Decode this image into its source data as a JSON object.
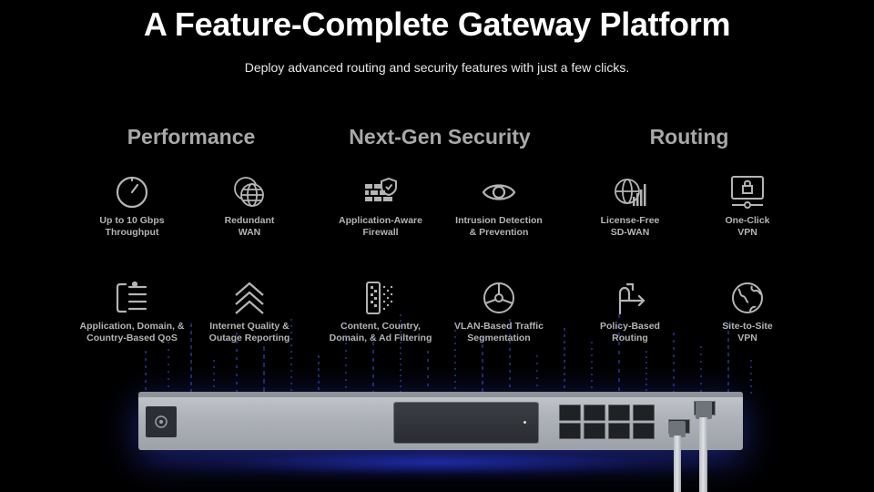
{
  "header": {
    "title": "A Feature-Complete Gateway Platform",
    "subtitle": "Deploy advanced routing and security features with just a few clicks."
  },
  "columns": [
    {
      "heading": "Performance"
    },
    {
      "heading": "Next-Gen Security"
    },
    {
      "heading": "Routing"
    }
  ],
  "features": [
    {
      "label": "Up to 10 Gbps\nThroughput",
      "icon": "speedometer-icon"
    },
    {
      "label": "Redundant\nWAN",
      "icon": "redundant-globe-icon"
    },
    {
      "label": "Application-Aware\nFirewall",
      "icon": "firewall-shield-icon"
    },
    {
      "label": "Intrusion Detection\n& Prevention",
      "icon": "eye-icon"
    },
    {
      "label": "License-Free\nSD-WAN",
      "icon": "globe-signal-icon"
    },
    {
      "label": "One-Click\nVPN",
      "icon": "monitor-lock-icon"
    },
    {
      "label": "Application, Domain, &\nCountry-Based QoS",
      "icon": "qos-list-icon"
    },
    {
      "label": "Internet Quality &\nOutage Reporting",
      "icon": "chevrons-up-icon"
    },
    {
      "label": "Content, Country,\nDomain, & Ad Filtering",
      "icon": "filter-grid-icon"
    },
    {
      "label": "VLAN-Based Traffic\nSegmentation",
      "icon": "segmented-globe-icon"
    },
    {
      "label": "Policy-Based\nRouting",
      "icon": "policy-route-icon"
    },
    {
      "label": "Site-to-Site\nVPN",
      "icon": "earth-icon"
    }
  ],
  "colors": {
    "background": "#000000",
    "heading": "#a8a8a8",
    "label": "#b4b4b4",
    "glow": "#2a3cff"
  }
}
